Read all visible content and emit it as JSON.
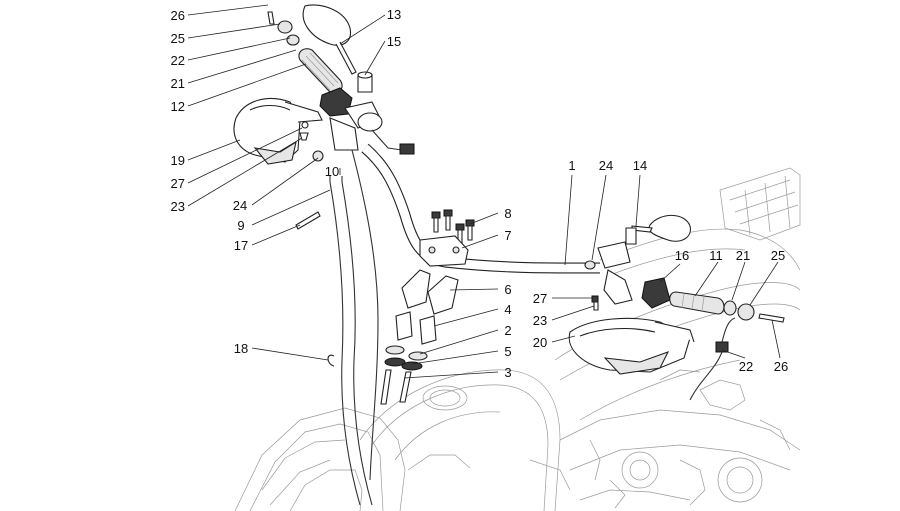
{
  "diagram": {
    "callouts": [
      {
        "id": "c26a",
        "text": "26"
      },
      {
        "id": "c25a",
        "text": "25"
      },
      {
        "id": "c22a",
        "text": "22"
      },
      {
        "id": "c21a",
        "text": "21"
      },
      {
        "id": "c12",
        "text": "12"
      },
      {
        "id": "c13",
        "text": "13"
      },
      {
        "id": "c15",
        "text": "15"
      },
      {
        "id": "c19",
        "text": "19"
      },
      {
        "id": "c27a",
        "text": "27"
      },
      {
        "id": "c23a",
        "text": "23"
      },
      {
        "id": "c24a",
        "text": "24"
      },
      {
        "id": "c10",
        "text": "10"
      },
      {
        "id": "c9",
        "text": "9"
      },
      {
        "id": "c17",
        "text": "17"
      },
      {
        "id": "c8",
        "text": "8"
      },
      {
        "id": "c7",
        "text": "7"
      },
      {
        "id": "c6",
        "text": "6"
      },
      {
        "id": "c4",
        "text": "4"
      },
      {
        "id": "c2",
        "text": "2"
      },
      {
        "id": "c5",
        "text": "5"
      },
      {
        "id": "c3",
        "text": "3"
      },
      {
        "id": "c18",
        "text": "18"
      },
      {
        "id": "c1",
        "text": "1"
      },
      {
        "id": "c24b",
        "text": "24"
      },
      {
        "id": "c14",
        "text": "14"
      },
      {
        "id": "c16",
        "text": "16"
      },
      {
        "id": "c11",
        "text": "11"
      },
      {
        "id": "c21b",
        "text": "21"
      },
      {
        "id": "c25b",
        "text": "25"
      },
      {
        "id": "c27b",
        "text": "27"
      },
      {
        "id": "c23b",
        "text": "23"
      },
      {
        "id": "c20",
        "text": "20"
      },
      {
        "id": "c22b",
        "text": "22"
      },
      {
        "id": "c26b",
        "text": "26"
      }
    ]
  }
}
